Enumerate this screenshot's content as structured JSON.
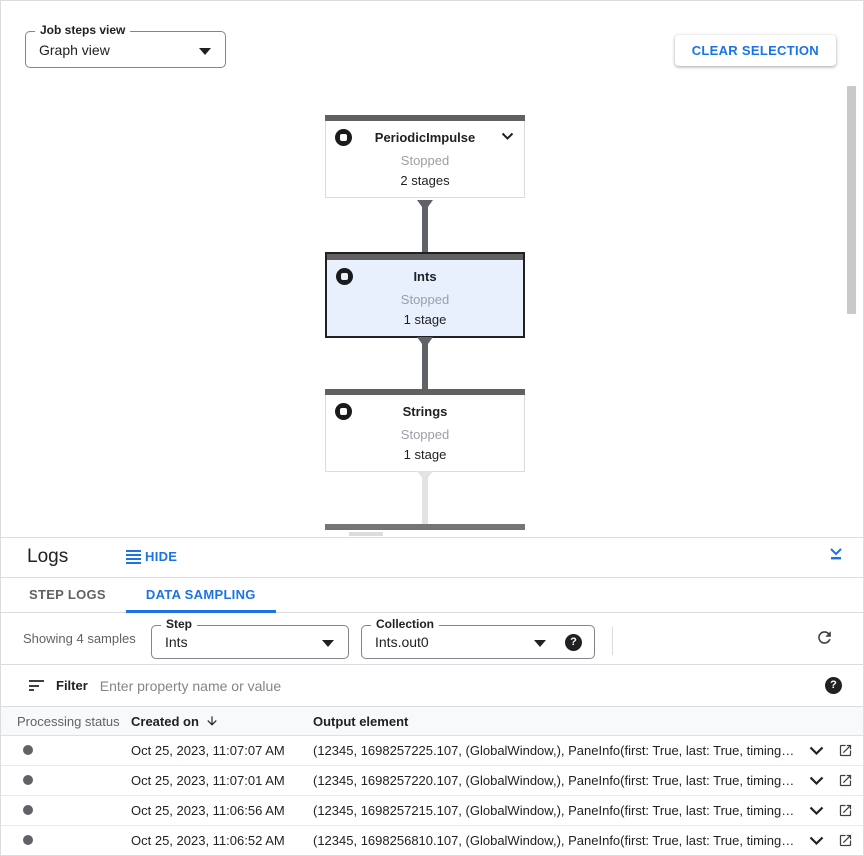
{
  "header": {
    "view_select": {
      "label": "Job steps view",
      "value": "Graph view"
    },
    "clear_selection_label": "CLEAR SELECTION"
  },
  "graph": {
    "nodes": [
      {
        "title": "PeriodicImpulse",
        "status": "Stopped",
        "stages": "2 stages",
        "selected": false
      },
      {
        "title": "Ints",
        "status": "Stopped",
        "stages": "1 stage",
        "selected": true
      },
      {
        "title": "Strings",
        "status": "Stopped",
        "stages": "1 stage",
        "selected": false
      }
    ]
  },
  "logs": {
    "title": "Logs",
    "hide_label": "HIDE",
    "tabs": [
      {
        "label": "STEP LOGS",
        "active": false
      },
      {
        "label": "DATA SAMPLING",
        "active": true
      }
    ],
    "sampling": {
      "showing_text": "Showing 4 samples",
      "step_select": {
        "label": "Step",
        "value": "Ints"
      },
      "collection_select": {
        "label": "Collection",
        "value": "Ints.out0"
      }
    },
    "filter": {
      "label": "Filter",
      "placeholder": "Enter property name or value"
    },
    "table": {
      "columns": {
        "status": "Processing status",
        "created": "Created on",
        "output": "Output element"
      },
      "rows": [
        {
          "created_on": "Oct 25, 2023, 11:07:07 AM",
          "output": "(12345, 1698257225.107, (GlobalWindow,), PaneInfo(first: True, last: True, timing…"
        },
        {
          "created_on": "Oct 25, 2023, 11:07:01 AM",
          "output": "(12345, 1698257220.107, (GlobalWindow,), PaneInfo(first: True, last: True, timing…"
        },
        {
          "created_on": "Oct 25, 2023, 11:06:56 AM",
          "output": "(12345, 1698257215.107, (GlobalWindow,), PaneInfo(first: True, last: True, timing…"
        },
        {
          "created_on": "Oct 25, 2023, 11:06:52 AM",
          "output": "(12345, 1698256810.107, (GlobalWindow,), PaneInfo(first: True, last: True, timing…"
        }
      ]
    }
  },
  "icons": {
    "dropdown_caret": "▾",
    "hide_icon": "list-lines",
    "collapse_panel": "chevron-down-with-bar",
    "help": "?",
    "refresh": "circular-arrow",
    "filter": "funnel-lines",
    "sort_descending": "↓",
    "expand_row": "⌄",
    "open_in_new": "box-with-arrow",
    "node_status": "circle-with-square",
    "processing_status": "●"
  },
  "colors": {
    "accent_blue": "#1a73e8",
    "text_primary": "#202124",
    "text_secondary": "#5f6368",
    "status_stopped": "#9aa0a6",
    "border": "#dadce0",
    "node_bar": "#616161",
    "selected_node_bg": "#e8f0fe",
    "connector_dark": "#5f6368",
    "connector_light": "#e3e3e3"
  }
}
